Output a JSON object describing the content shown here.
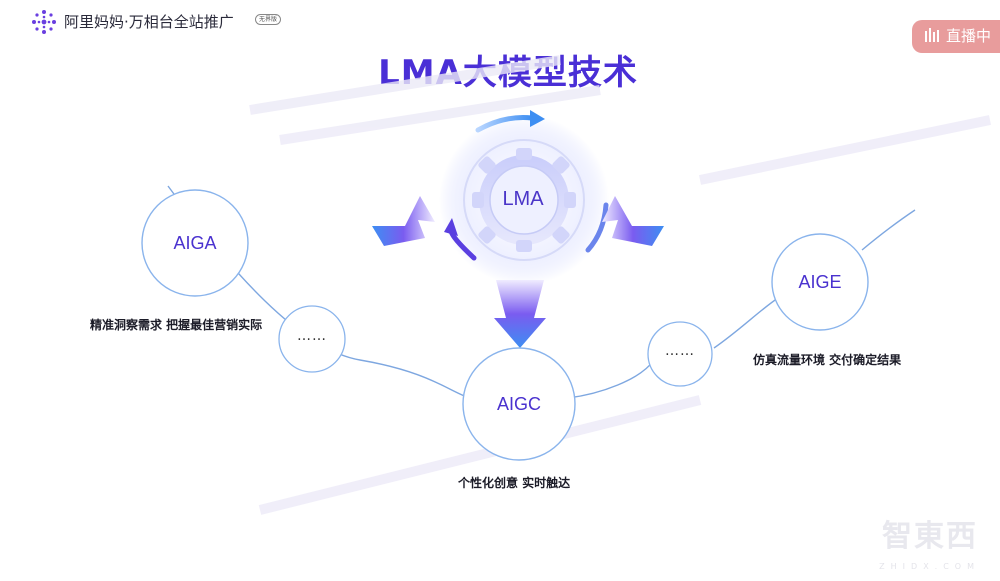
{
  "header": {
    "brand_name": "阿里妈妈·万相台全站推广",
    "brand_badge": "无界版",
    "live_label": "直播中"
  },
  "slide": {
    "title": "LMA大模型技术",
    "center": {
      "label": "LMA"
    },
    "nodes": {
      "aiga": {
        "label": "AIGA",
        "caption": "精准洞察需求 把握最佳营销实际"
      },
      "aigc": {
        "label": "AIGC",
        "caption": "个性化创意 实时触达"
      },
      "aige": {
        "label": "AIGE",
        "caption": "仿真流量环境 交付确定结果"
      }
    },
    "ellipsis_left": "……",
    "ellipsis_right": "……"
  },
  "watermark": {
    "text": "智東西",
    "sub": "ZHIDX.COM"
  },
  "colors": {
    "title": "#4a2fd6",
    "node_border": "#8ab4ec",
    "node_text": "#4a32cf",
    "arrow_purple": "#6a4ae6",
    "arrow_blue": "#3d8ef2",
    "live_badge": "#e89c9c"
  }
}
